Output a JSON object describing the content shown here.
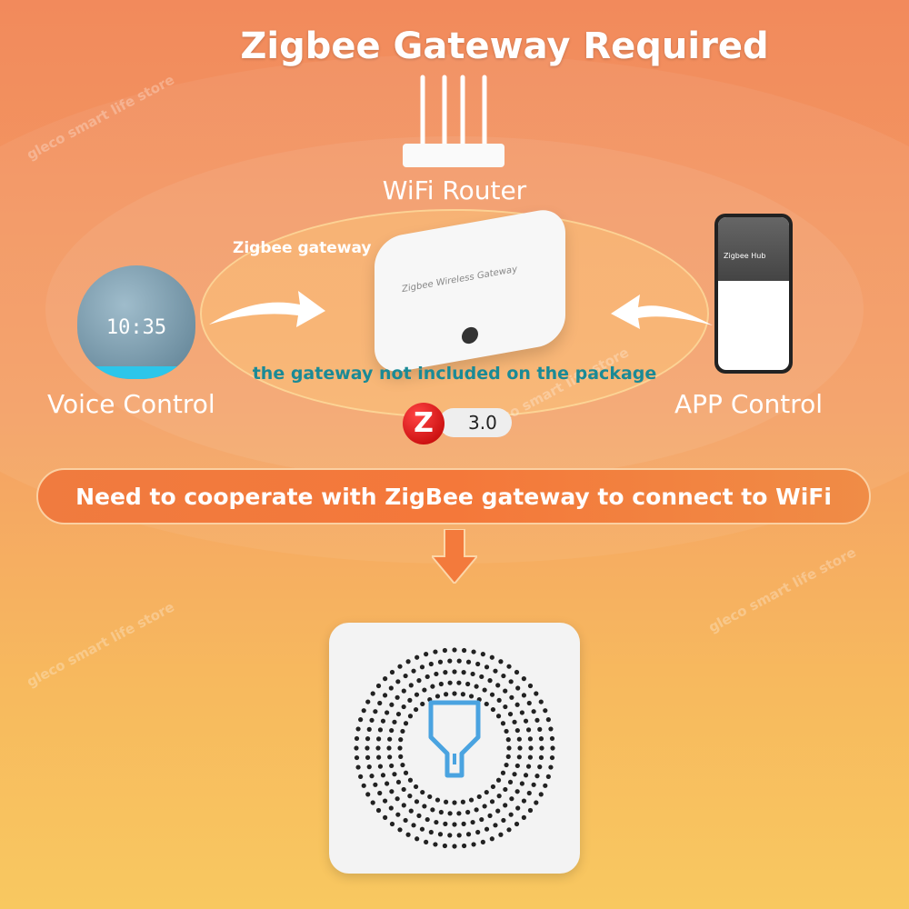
{
  "title": "Zigbee Gateway Required",
  "router_label": "WiFi Router",
  "gateway_label": "Zigbee gateway",
  "gateway_print": "Zigbee Wireless Gateway",
  "note": "the gateway not included on the package",
  "voice_label": "Voice Control",
  "app_label": "APP Control",
  "clock": "10:35",
  "phone_title": "Zigbee Hub",
  "zigbee_version": "3.0",
  "banner": "Need to cooperate with ZigBee gateway to connect to WiFi",
  "watermark": "gleco smart life store",
  "colors": {
    "note": "#1a8a96",
    "banner": "#f4783a",
    "led": "#4aa3e0"
  }
}
